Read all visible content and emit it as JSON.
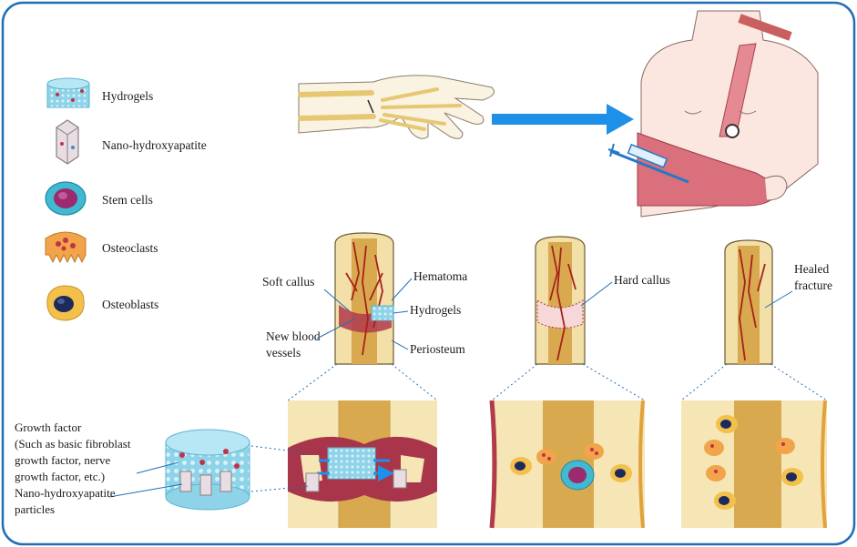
{
  "colors": {
    "frame": "#1f6fb8",
    "hydrogel": "#8fd3e8",
    "bone": "#f3dfa8",
    "marrow": "#d8a94f",
    "vessel": "#a8221a",
    "callus": "#b23a4b",
    "arrow": "#1e90e8",
    "sling": "#d9707c",
    "skin": "#fbe6e0",
    "osteoclast": "#f1a449",
    "osteoblast": "#f3c04c",
    "stemcell": "#41b9d1"
  },
  "legend": {
    "hydrogels": "Hydrogels",
    "nano_hydroxyapatite": "Nano-hydroxyapatite",
    "stem_cells": "Stem cells",
    "osteoclasts": "Osteoclasts",
    "osteoblasts": "Osteoblasts"
  },
  "stage1": {
    "soft_callus": "Soft callus",
    "hematoma": "Hematoma",
    "hydrogels": "Hydrogels",
    "new_blood_line1": "New blood",
    "new_blood_line2": "vessels",
    "periosteum": "Periosteum"
  },
  "stage2": {
    "hard_callus": "Hard callus"
  },
  "stage3": {
    "healed_line1": "Healed",
    "healed_line2": "fracture"
  },
  "growth_factor": {
    "line1": "Growth factor",
    "line2": "(Such as basic fibroblast",
    "line3": "growth factor, nerve",
    "line4": "growth factor, etc.)",
    "line5": "Nano-hydroxyapatite",
    "line6": "particles"
  }
}
